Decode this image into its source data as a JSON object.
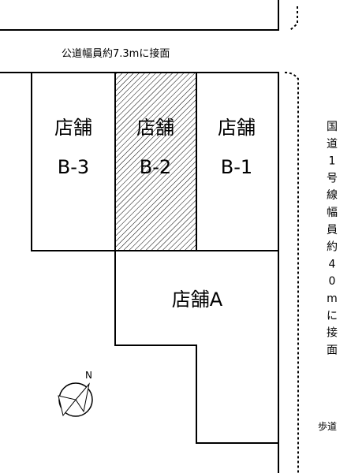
{
  "top_road_label": "公道幅員約7.3mに接面",
  "shops": {
    "b3": {
      "line1": "店舗",
      "line2": "B-3"
    },
    "b2": {
      "line1": "店舗",
      "line2": "B-2"
    },
    "b1": {
      "line1": "店舗",
      "line2": "B-1"
    },
    "a": {
      "label": "店舗A"
    }
  },
  "national_road_label_chars": [
    "国",
    "道",
    "1",
    "号",
    "線",
    "幅",
    "員",
    "約",
    "4",
    "0",
    "m",
    "に",
    "接",
    "面"
  ],
  "sidewalk_label": "歩道",
  "compass_label": "N",
  "highlighted_shop": "B-2"
}
